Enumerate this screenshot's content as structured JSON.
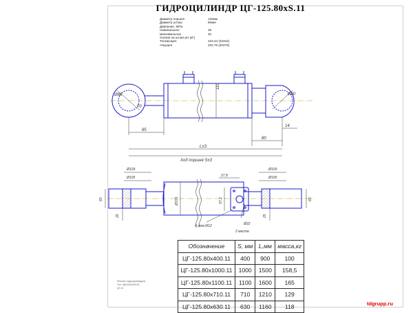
{
  "title": "ГИДРОЦИЛИНДР  ЦГ-125.80хS.11",
  "specs": [
    {
      "label": "Диаметр поршня",
      "value": "125мм"
    },
    {
      "label": "Диаметр штока",
      "value": "80мм"
    },
    {
      "label": "Давление, МПа",
      "value": ""
    },
    {
      "label": "номинальное",
      "value": "28"
    },
    {
      "label": "максимальное",
      "value": "32"
    },
    {
      "label": "Усилие на штоке,кН (кГ)",
      "value": ""
    },
    {
      "label": "Толкающее",
      "value": "343,44 (34344)"
    },
    {
      "label": "тянущее",
      "value": "202,76  (20276)"
    }
  ],
  "dimensions": {
    "ball_dia_left": "Ø80",
    "ball_dia_right": "Ø80",
    "bore_left": "70",
    "body_dia": "110",
    "overhang_left": "85",
    "overhang_right": "80",
    "offset_right": "14",
    "length": "L±3",
    "stroke": "Ход поршня S±3",
    "flange_dia_left": "Ø109",
    "flange_inner_left": "Ø105",
    "flange_dia_right": "Ø109",
    "flange_inner_right": "Ø105",
    "width_left": "60",
    "width_right": "60",
    "slot_left": "25",
    "slot_right": "25",
    "gauge_dia": "Ø159",
    "port_dist": "27,8",
    "port_height": "57,2",
    "bolt_spec": "4 отв.М12",
    "port_dia": "Ø22",
    "ports_count": "2 места"
  },
  "table": {
    "headers": [
      "Обозначение",
      "S, мм",
      "L,мм",
      "масса,кг"
    ],
    "rows": [
      [
        "ЦГ-125.80х400.11",
        "400",
        "900",
        "100"
      ],
      [
        "ЦГ-125.80х1000.11",
        "1000",
        "1500",
        "158,5"
      ],
      [
        "ЦГ-125.80х1100.11",
        "1100",
        "1600",
        "165"
      ],
      [
        "ЦГ-125.80х710.11",
        "710",
        "1210",
        "129"
      ],
      [
        "ЦГ-125.80х630.11",
        "630",
        "1160",
        "118"
      ]
    ]
  },
  "notes": [
    "Ремонт гидроцилиндров",
    "Тел. 8(812)4499376",
    "ЦГ-11"
  ],
  "website": "tdgrupp.ru",
  "colors": {
    "outline": "#1a1acc",
    "axis": "#c8a000",
    "section": "#b9b9b9",
    "brand": "#e00000"
  }
}
